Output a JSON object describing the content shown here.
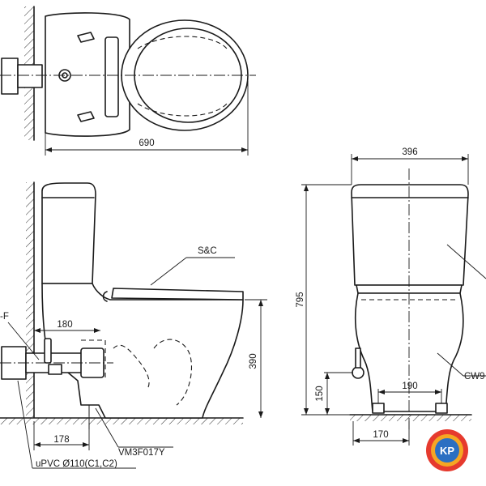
{
  "dimensions": {
    "top_length": "690",
    "front_width": "396",
    "front_height": "795",
    "side_outlet_distance": "180",
    "side_seat_height": "390",
    "side_wall_to_drain": "178",
    "front_inlet_height": "150",
    "front_bolt_spacing": "190",
    "front_base_offset": "170"
  },
  "labels": {
    "seat_cover": "S&C",
    "side_left_partial": "-F",
    "flush_valve_code": "VM3F017Y",
    "drain_pipe": "uPVC Ø110(C1,C2)",
    "bowl_code_partial": "CW9"
  },
  "logo": {
    "text": "KP",
    "colors": {
      "outer": "#e63a2e",
      "ring": "#f5a623",
      "inner": "#2b6fc2",
      "letters": "#ffffff"
    }
  }
}
